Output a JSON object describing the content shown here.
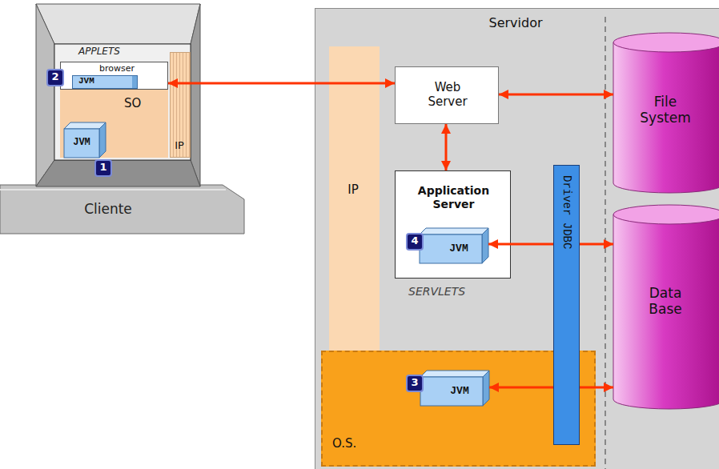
{
  "diagram": {
    "nodes": [
      {
        "text": [
          "Cliente"
        ]
      },
      {
        "text": [
          "browser"
        ],
        "in": 0
      },
      {
        "text": [
          "JVM"
        ],
        "in": 1
      },
      {
        "text": [
          "SO"
        ],
        "in": 0
      },
      {
        "text": [
          "JVM"
        ],
        "in": 3
      },
      {
        "text": [
          "IP"
        ],
        "in": 0
      },
      {
        "text": [
          "Servidor"
        ]
      },
      {
        "text": [
          "IP"
        ],
        "in": 6
      },
      {
        "text": [
          "Web Server"
        ],
        "in": 6
      },
      {
        "text": [
          "Application Server"
        ],
        "in": 6
      },
      {
        "text": [
          "JVM"
        ],
        "in": 9
      },
      {
        "text": [
          "O.S."
        ],
        "in": 6
      },
      {
        "text": [
          "JVM"
        ],
        "in": 11
      },
      {
        "text": [
          "Driver JDBC"
        ],
        "in": 6
      },
      {
        "text": [
          "File System"
        ],
        "in": 6
      },
      {
        "text": [
          "Data Base"
        ],
        "in": 6
      }
    ],
    "edges": [
      {
        "from": 1,
        "to": 8,
        "arrow": "both"
      },
      {
        "from": 8,
        "to": 14,
        "arrow": "both"
      },
      {
        "from": 8,
        "to": 9,
        "arrow": "both"
      },
      {
        "from": 13,
        "to": 10,
        "arrow": "to"
      },
      {
        "from": 13,
        "to": 15,
        "arrow": "to"
      },
      {
        "from": 13,
        "to": 12,
        "arrow": "to"
      },
      {
        "from": 13,
        "to": 15,
        "arrow": "to"
      }
    ],
    "labels": [
      "APPLETS",
      "2",
      "1",
      "4",
      "SERVLETS",
      "3"
    ]
  }
}
